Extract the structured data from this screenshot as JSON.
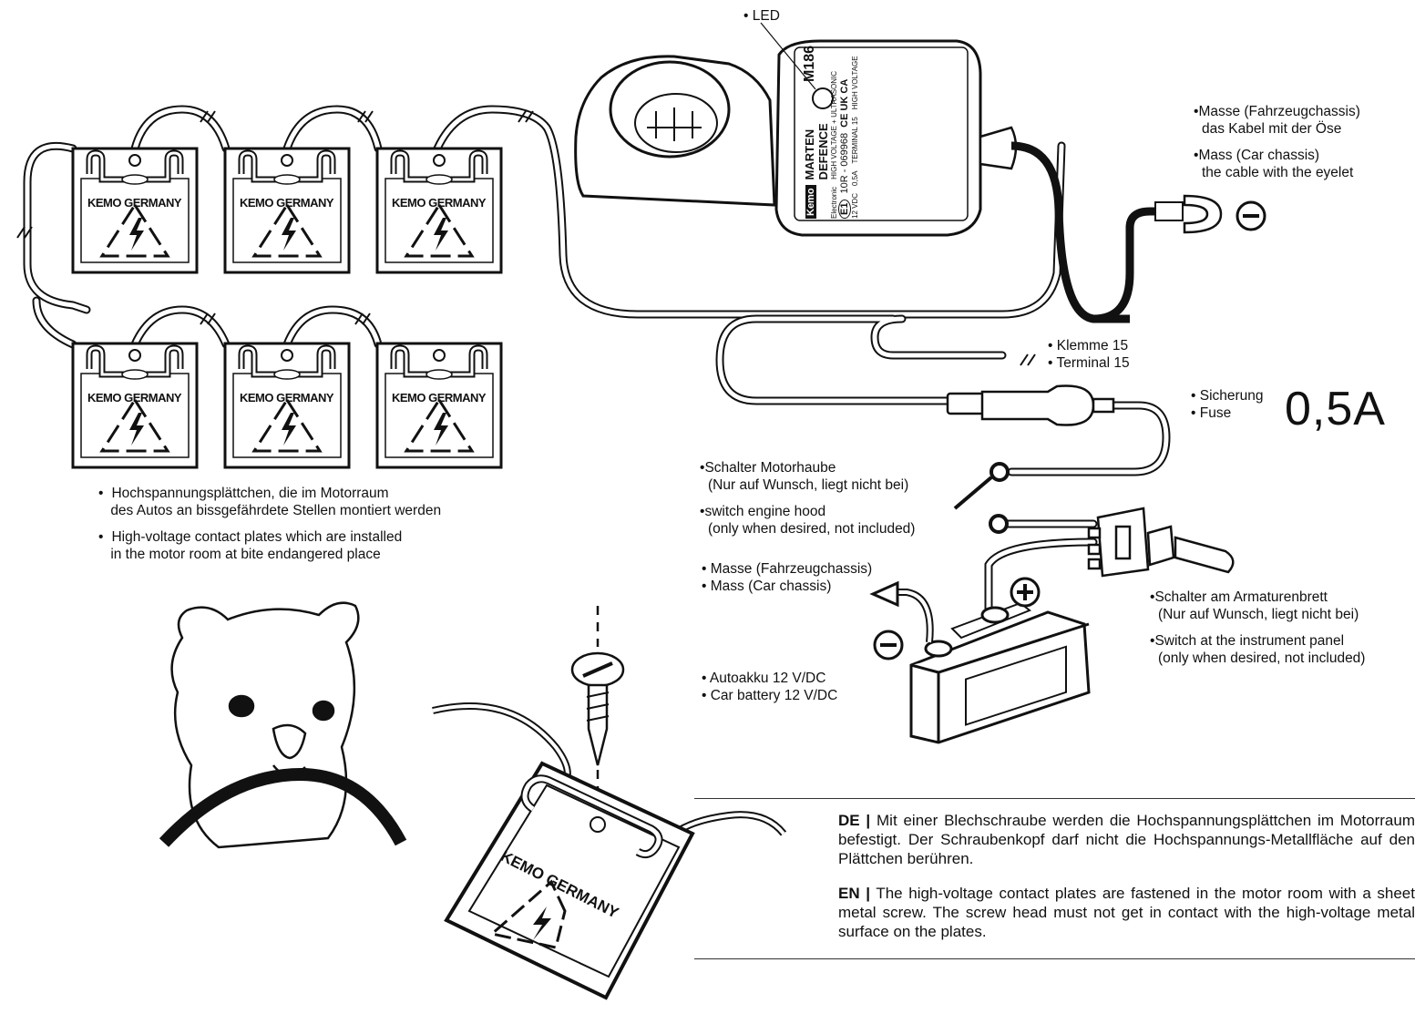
{
  "device": {
    "led_label": "LED",
    "model": "M186",
    "brand": "Kemo",
    "brand_sub": "Electronic",
    "product_name": "MARTEN DEFENCE",
    "product_sub": "HIGH VOLTAGE + ULTRASONIC",
    "approval": "10R - 069968",
    "approval_mark": "E1",
    "voltage": "12 VDC",
    "marks": "CE UK CA",
    "terminal": "TERMINAL 15",
    "hv_label": "HIGH VOLTAGE",
    "fuse_small": "0,5A"
  },
  "plates": {
    "brand": "KEMO GERMANY",
    "label_de": "Hochspannungsplättchen, die im Motorraum",
    "label_de_2": "des Autos an bissgefährdete Stellen montiert werden",
    "label_en": "High-voltage contact plates which are installed",
    "label_en_2": "in the motor room at bite endangered place"
  },
  "labels": {
    "ground_de": "Masse (Fahrzeugchassis)",
    "ground_de_2": "das Kabel mit der Öse",
    "ground_en": "Mass (Car chassis)",
    "ground_en_2": "the cable with the eyelet",
    "terminal_de": "Klemme 15",
    "terminal_en": "Terminal 15",
    "fuse_de": "Sicherung",
    "fuse_en": "Fuse",
    "fuse_value": "0,5A",
    "hood_de": "Schalter Motorhaube",
    "hood_de_2": "(Nur auf Wunsch, liegt nicht bei)",
    "hood_en": "switch engine hood",
    "hood_en_2": "(only when desired, not included)",
    "mass_de": "Masse (Fahrzeugchassis)",
    "mass_en": "Mass (Car chassis)",
    "panel_de": "Schalter am Armaturenbrett",
    "panel_de_2": "(Nur auf Wunsch, liegt nicht bei)",
    "panel_en": "Switch at the instrument panel",
    "panel_en_2": "(only when desired, not included)",
    "battery_de": "Autoakku 12 V/DC",
    "battery_en": "Car battery 12 V/DC"
  },
  "instructions": {
    "de_prefix": "DE |",
    "de_text": "Mit einer Blechschraube werden die Hochspannungsplättchen im Motorraum befestigt. Der Schraubenkopf darf nicht die Hochspannungs-Metallfläche auf den Plättchen berühren.",
    "en_prefix": "EN |",
    "en_text": "The high-voltage contact plates are fastened in the motor room with a sheet metal screw. The screw head must not get in contact with the high-voltage metal surface on the plates."
  },
  "icons": [
    "minus-icon",
    "plus-icon",
    "high-voltage-warning-icon",
    "screw-icon",
    "marten-illustration",
    "battery-illustration",
    "toggle-switch-illustration",
    "fuse-holder-illustration"
  ]
}
